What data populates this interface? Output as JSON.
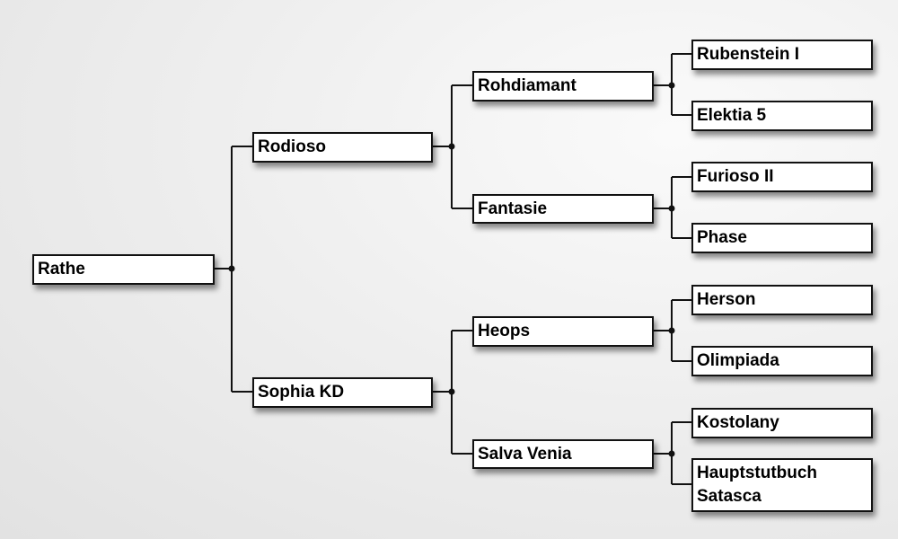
{
  "pedigree": {
    "subject": "Rathe",
    "sire": "Rodioso",
    "dam": "Sophia KD",
    "sire_sire": "Rohdiamant",
    "sire_dam": "Fantasie",
    "dam_sire": "Heops",
    "dam_dam": "Salva Venia",
    "sire_sire_sire": "Rubenstein I",
    "sire_sire_dam": "Elektia 5",
    "sire_dam_sire": "Furioso II",
    "sire_dam_dam": "Phase",
    "dam_sire_sire": "Herson",
    "dam_sire_dam": "Olimpiada",
    "dam_dam_sire": "Kostolany",
    "dam_dam_dam": "Hauptstutbuch Satasca"
  }
}
